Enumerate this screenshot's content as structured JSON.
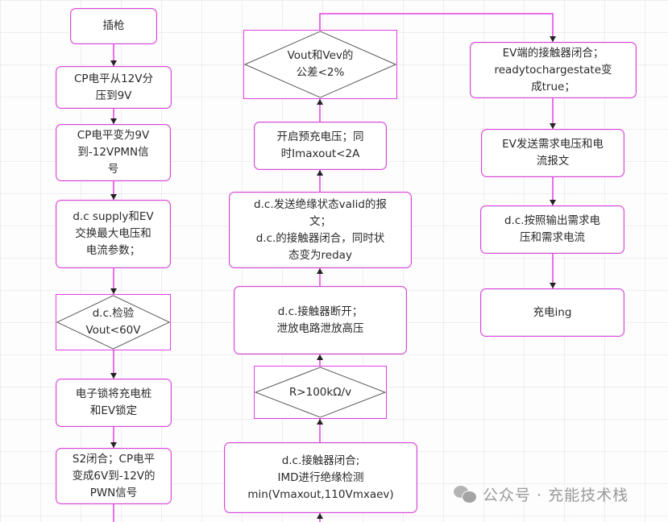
{
  "diagram": {
    "type": "flowchart",
    "accent_color": "#e43ee4",
    "columns": {
      "left": [
        {
          "id": "plug-in",
          "shape": "process",
          "text": "插枪"
        },
        {
          "id": "cp-12v-to-9v",
          "shape": "process",
          "text": "CP电平从12V分\n压到9V"
        },
        {
          "id": "cp-9v-pwm",
          "shape": "process",
          "text": "CP电平变为9V\n到-12VPMN信\n号"
        },
        {
          "id": "exchange-params",
          "shape": "process",
          "text": "d.c supply和EV\n交换最大电压和\n电流参数；"
        },
        {
          "id": "check-vout-60v",
          "shape": "decision",
          "text": "d.c.检验\nVout<60V"
        },
        {
          "id": "lock-connector",
          "shape": "process",
          "text": "电子锁将充电桩\n和EV锁定"
        },
        {
          "id": "s2-close",
          "shape": "process",
          "text": "S2闭合；CP电平\n变成6V到-12V的\nPWN信号"
        }
      ],
      "middle": [
        {
          "id": "check-tolerance",
          "shape": "decision",
          "text": "Vout和Vev的\n公差<2%"
        },
        {
          "id": "precharge",
          "shape": "process",
          "text": "开启预充电压；同\n时Imaxout<2A"
        },
        {
          "id": "insulation-valid",
          "shape": "process",
          "text": "d.c.发送绝缘状态valid的报\n文；\nd.c.的接触器闭合，同时状\n态变为reday"
        },
        {
          "id": "contactor-open-discharge",
          "shape": "process",
          "text": "d.c.接触器断开；\n泄放电路泄放高压"
        },
        {
          "id": "check-resistance",
          "shape": "decision",
          "text": "R>100kΩ/v"
        },
        {
          "id": "imd-check",
          "shape": "process",
          "text": "d.c.接触器闭合;\nIMD进行绝缘检测\nmin(Vmaxout,110Vmxaev)"
        }
      ],
      "right": [
        {
          "id": "ev-contactor-close",
          "shape": "process",
          "text": "EV端的接触器闭合；\nreadytochargestate变\n成true；"
        },
        {
          "id": "ev-send-request",
          "shape": "process",
          "text": "EV发送需求电压和电\n流报文"
        },
        {
          "id": "dc-output",
          "shape": "process",
          "text": "d.c.按照输出需求电\n压和需求电流"
        },
        {
          "id": "charging",
          "shape": "process",
          "text": "充电ing"
        }
      ]
    },
    "edges": [
      {
        "from": "plug-in",
        "to": "cp-12v-to-9v"
      },
      {
        "from": "cp-12v-to-9v",
        "to": "cp-9v-pwm"
      },
      {
        "from": "cp-9v-pwm",
        "to": "exchange-params"
      },
      {
        "from": "exchange-params",
        "to": "check-vout-60v"
      },
      {
        "from": "check-vout-60v",
        "to": "lock-connector"
      },
      {
        "from": "lock-connector",
        "to": "s2-close"
      },
      {
        "from": "imd-check",
        "to": "check-resistance"
      },
      {
        "from": "check-resistance",
        "to": "contactor-open-discharge"
      },
      {
        "from": "contactor-open-discharge",
        "to": "insulation-valid"
      },
      {
        "from": "insulation-valid",
        "to": "precharge"
      },
      {
        "from": "precharge",
        "to": "check-tolerance"
      },
      {
        "from": "check-tolerance",
        "to": "ev-contactor-close"
      },
      {
        "from": "ev-contactor-close",
        "to": "ev-send-request"
      },
      {
        "from": "ev-send-request",
        "to": "dc-output"
      },
      {
        "from": "dc-output",
        "to": "charging"
      }
    ]
  },
  "watermark": {
    "icon": "wechat-icon",
    "text": "公众号 · 充能技术栈"
  }
}
